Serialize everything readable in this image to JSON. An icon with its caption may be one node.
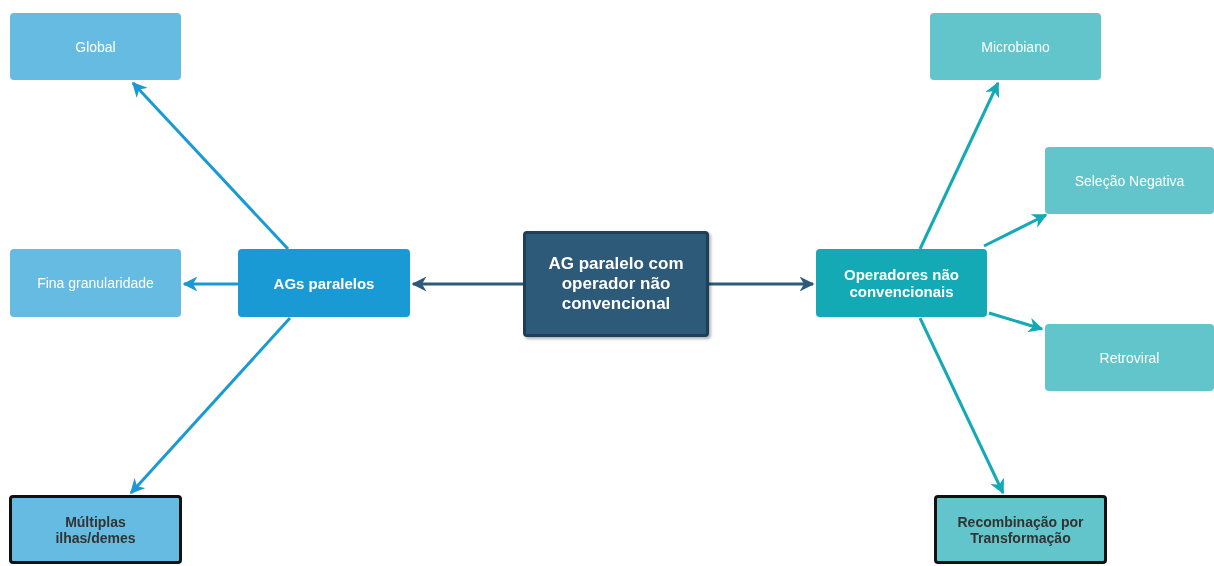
{
  "diagram": {
    "nodes": [
      {
        "text": [
          "AG paralelo com operador não convencional"
        ]
      },
      {
        "text": [
          "AGs paralelos"
        ]
      },
      {
        "text": [
          "Global"
        ]
      },
      {
        "text": [
          "Fina granularidade"
        ]
      },
      {
        "text": [
          "Múltiplas ilhas/demes"
        ]
      },
      {
        "text": [
          "Operadores não convencionais"
        ]
      },
      {
        "text": [
          "Microbiano"
        ]
      },
      {
        "text": [
          "Seleção Negativa"
        ]
      },
      {
        "text": [
          "Retroviral"
        ]
      },
      {
        "text": [
          "Recombinação por Transformação"
        ]
      }
    ],
    "edges": [
      {
        "from": 0,
        "to": 1,
        "arrow": "to",
        "color": "#2e5a7a"
      },
      {
        "from": 0,
        "to": 5,
        "arrow": "to",
        "color": "#2e5a7a"
      },
      {
        "from": 1,
        "to": 2,
        "arrow": "to",
        "color": "#1a9ad4"
      },
      {
        "from": 1,
        "to": 3,
        "arrow": "to",
        "color": "#1a9ad4"
      },
      {
        "from": 1,
        "to": 4,
        "arrow": "to",
        "color": "#1a9ad4"
      },
      {
        "from": 5,
        "to": 6,
        "arrow": "to",
        "color": "#13a9b5"
      },
      {
        "from": 5,
        "to": 7,
        "arrow": "to",
        "color": "#13a9b5"
      },
      {
        "from": 5,
        "to": 8,
        "arrow": "to",
        "color": "#13a9b5"
      },
      {
        "from": 5,
        "to": 9,
        "arrow": "to",
        "color": "#13a9b5"
      }
    ]
  }
}
